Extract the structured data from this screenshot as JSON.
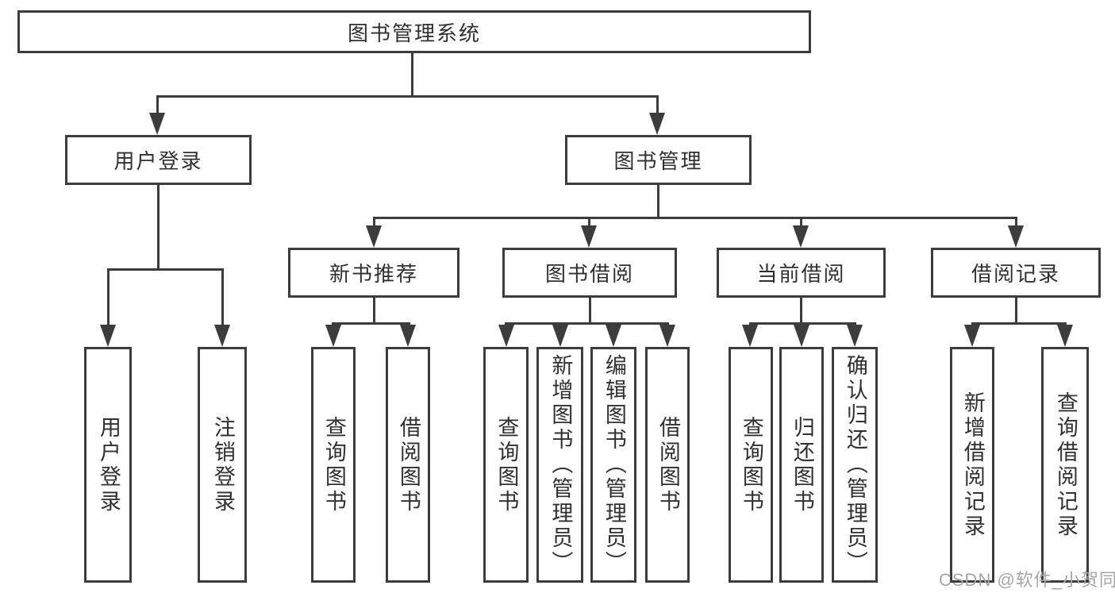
{
  "diagram": {
    "root": {
      "label": "图书管理系统"
    },
    "branches": [
      {
        "label": "用户登录",
        "children": [
          {
            "label": "用户登录"
          },
          {
            "label": "注销登录"
          }
        ]
      },
      {
        "label": "图书管理",
        "sections": [
          {
            "label": "新书推荐",
            "children": [
              {
                "label": "查询图书"
              },
              {
                "label": "借阅图书"
              }
            ]
          },
          {
            "label": "图书借阅",
            "children": [
              {
                "label": "查询图书"
              },
              {
                "label": "新增图书（管理员）"
              },
              {
                "label": "编辑图书（管理员）"
              },
              {
                "label": "借阅图书"
              }
            ]
          },
          {
            "label": "当前借阅",
            "children": [
              {
                "label": "查询图书"
              },
              {
                "label": "归还图书"
              },
              {
                "label": "确认归还（管理员）"
              }
            ]
          },
          {
            "label": "借阅记录",
            "children": [
              {
                "label": "新增借阅记录"
              },
              {
                "label": "查询借阅记录"
              }
            ]
          }
        ]
      }
    ],
    "watermark": "CSDN @软件_小贺同学",
    "colors": {
      "line": "#3c3c3c",
      "text": "#303030",
      "background": "#ffffff",
      "watermark": "#a6a6a6"
    }
  }
}
